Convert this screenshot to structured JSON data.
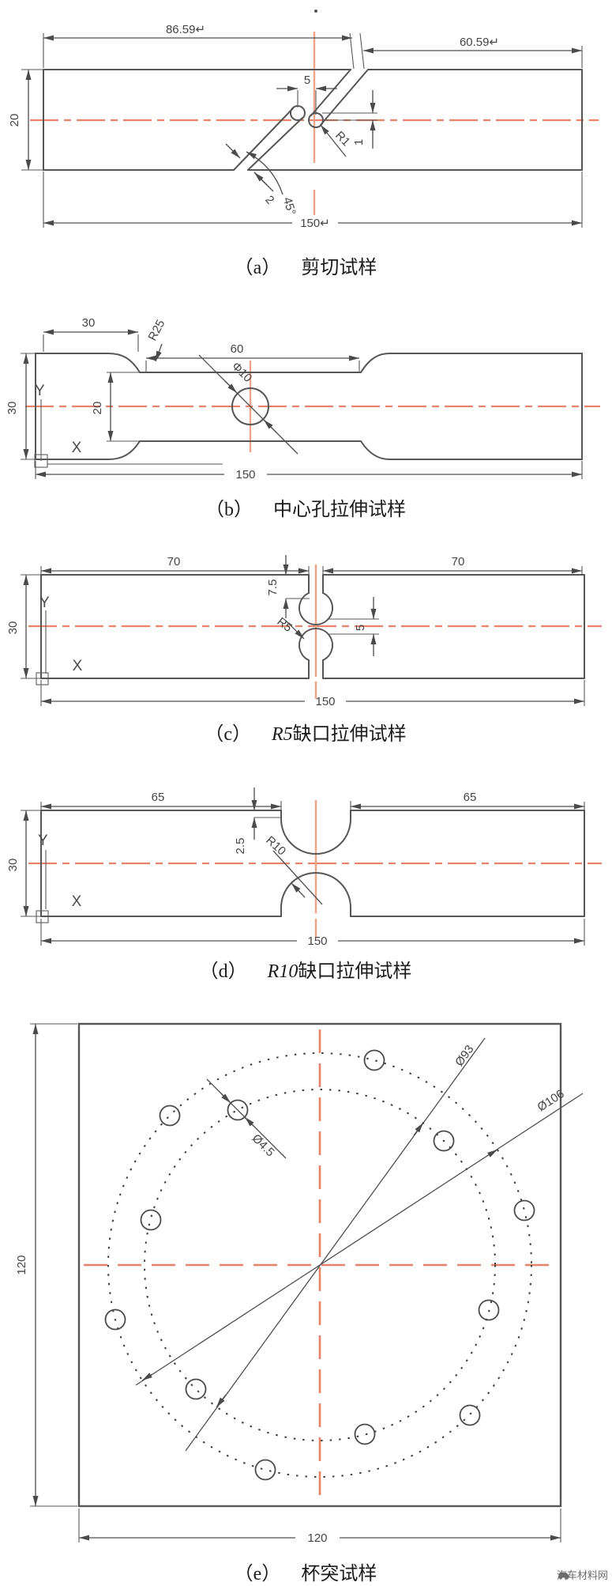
{
  "colors": {
    "outline": "#565656",
    "dimension_text": "#454545",
    "centerline_red": "#e8826a",
    "crosshair_orange": "#f0a38b",
    "dotted_circle": "#3d3d3d"
  },
  "watermark": {
    "brand": "汽车材料网"
  },
  "drawings": {
    "a": {
      "caption_index": "（a）",
      "caption_title": "剪切试样",
      "dims": {
        "left_span": "86.59↵",
        "right_span": "60.59↵",
        "notch_offset": "5",
        "tip_radius": "R1",
        "overlap": "1",
        "slot_width": "2",
        "angle": "45°",
        "height": "20",
        "total_length": "150↵"
      }
    },
    "b": {
      "caption_index": "（b）",
      "caption_title": "中心孔拉伸试样",
      "axis_x": "X",
      "axis_y": "Y",
      "dims": {
        "grip_length": "30",
        "fillet_radius": "R25",
        "gauge_length": "60",
        "hole_diameter": "Φ10",
        "height": "30",
        "gauge_width": "20",
        "total_length": "150"
      }
    },
    "c": {
      "caption_index": "（c）",
      "caption_em": "R5",
      "caption_title": "缺口拉伸试样",
      "axis_x": "X",
      "axis_y": "Y",
      "dims": {
        "left_span": "70",
        "right_span": "70",
        "notch_depth": "7.5",
        "ligament": "5",
        "notch_radius": "R5",
        "height": "30",
        "total_length": "150"
      }
    },
    "d": {
      "caption_index": "（d）",
      "caption_em": "R10",
      "caption_title": "缺口拉伸试样",
      "axis_x": "X",
      "axis_y": "Y",
      "dims": {
        "left_span": "65",
        "right_span": "65",
        "notch_offset": "2.5",
        "notch_radius": "R10",
        "height": "30",
        "total_length": "150"
      }
    },
    "e": {
      "caption_index": "（e）",
      "caption_title": "杯突试样",
      "dims": {
        "plate_height": "120",
        "plate_width": "120",
        "inner_circle": "Ø93",
        "outer_circle": "Ø106",
        "hole_diameter": "Ø4.5"
      }
    }
  }
}
